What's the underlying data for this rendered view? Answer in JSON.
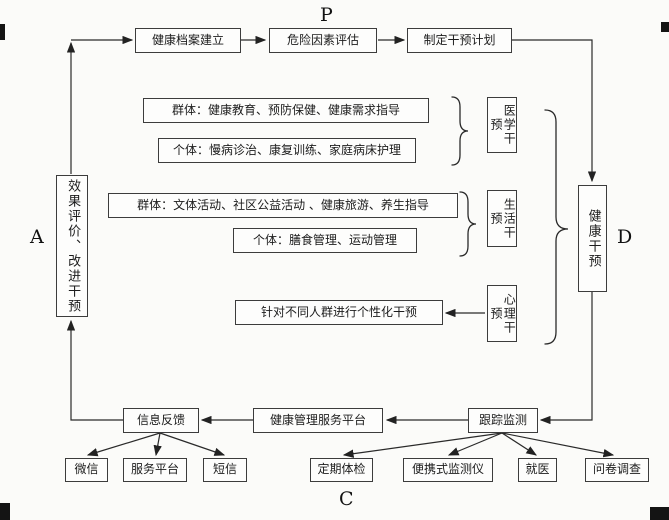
{
  "phases": {
    "plan": "P",
    "act": "A",
    "do": "D",
    "check": "C"
  },
  "plan_row": {
    "archive": "健康档案建立",
    "risk": "危险因素评估",
    "plan": "制定干预计划"
  },
  "act": {
    "effect": "效果评价、改进干预"
  },
  "do_side": {
    "health": "健康干预"
  },
  "medical": {
    "group": "群体：健康教育、预防保健、健康需求指导",
    "individual": "个体：慢病诊治、康复训练、家庭病床护理",
    "label": "医学干预"
  },
  "life": {
    "group": "群体：文体活动、社区公益活动 、健康旅游、养生指导",
    "individual": "个体：膳食管理、运动管理",
    "label": "生活干预"
  },
  "psych": {
    "personalized": "针对不同人群进行个性化干预",
    "label": "心理干预"
  },
  "check_row": {
    "feedback": "信息反馈",
    "platform": "健康管理服务平台",
    "monitor": "跟踪监测"
  },
  "feedback_channels": [
    "微信",
    "服务平台",
    "短信"
  ],
  "monitor_methods": [
    "定期体检",
    "便携式监测仪",
    "就医",
    "问卷调查"
  ]
}
